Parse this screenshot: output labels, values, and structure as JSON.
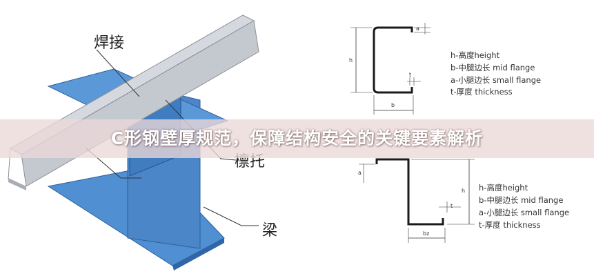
{
  "title": "C形钢壁厚规范，保障结构安全的关键要素解析",
  "left_labels": {
    "weld": "焊接",
    "purlin_support": "檩托",
    "beam": "梁"
  },
  "top_profile": {
    "dims": {
      "h": "h",
      "a": "a",
      "t": "t",
      "b": "b"
    },
    "legend": [
      "h-高度height",
      "b-中腿边长 mid flange",
      "a-小腿边长 small flange",
      "t-厚度 thickness"
    ]
  },
  "bottom_profile": {
    "dims": {
      "h": "h",
      "a": "a",
      "t": "t",
      "b": "bz"
    },
    "legend": [
      "h-高度height",
      "b-中腿边长 mid flange",
      "a-小腿边长 small flange",
      "t-厚度 thickness"
    ]
  },
  "colors": {
    "steel_blue": "#4f8fd2",
    "steel_blue_dark": "#2f66a8",
    "purlin_gray": "#c9ccd3",
    "banner": "#ecd8d8"
  }
}
